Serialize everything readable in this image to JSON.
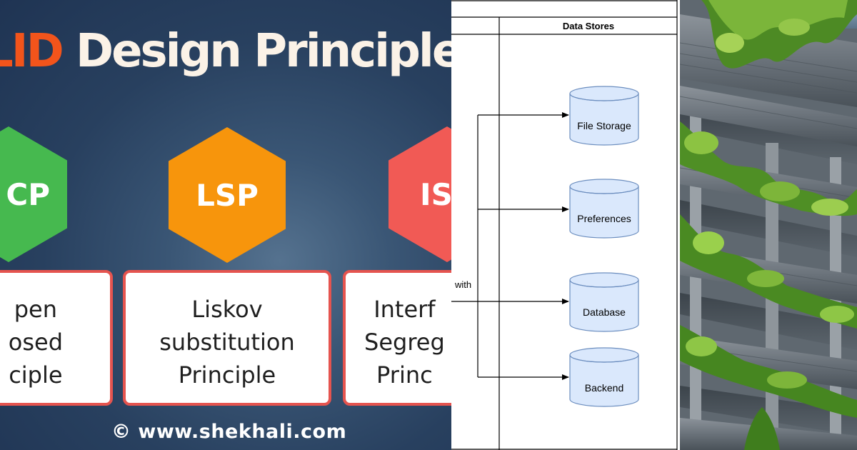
{
  "poster": {
    "title_accent": "LID",
    "title_main": "Design Principles",
    "hexagons": [
      {
        "label": "CP",
        "color": "#46b94f"
      },
      {
        "label": "LSP",
        "color": "#f7950c"
      },
      {
        "label": "IS",
        "color": "#f15a55"
      }
    ],
    "cards": [
      {
        "lines": [
          "pen",
          "osed",
          "ciple"
        ]
      },
      {
        "lines": [
          "Liskov",
          "substitution",
          "Principle"
        ]
      },
      {
        "lines": [
          "Interf",
          "Segreg",
          "Princ"
        ]
      }
    ],
    "footer": "© www.shekhali.com",
    "colors": {
      "background": "#28405f",
      "title_accent": "#f2541b",
      "title_main": "#fbf2e7",
      "card_border": "#e5544f"
    }
  },
  "diagram": {
    "column_header": "Data Stores",
    "edge_label": "with",
    "stores": [
      "File Storage",
      "Preferences",
      "Database",
      "Backend"
    ],
    "colors": {
      "cylinder_fill": "#dae8fc",
      "cylinder_stroke": "#6c8ebf",
      "line": "#000000"
    }
  },
  "photo": {
    "subject": "building facade with hanging plants",
    "colors": {
      "concrete": "#6b747b",
      "foliage": "#5f9b2c",
      "highlight": "#a6d257"
    }
  }
}
